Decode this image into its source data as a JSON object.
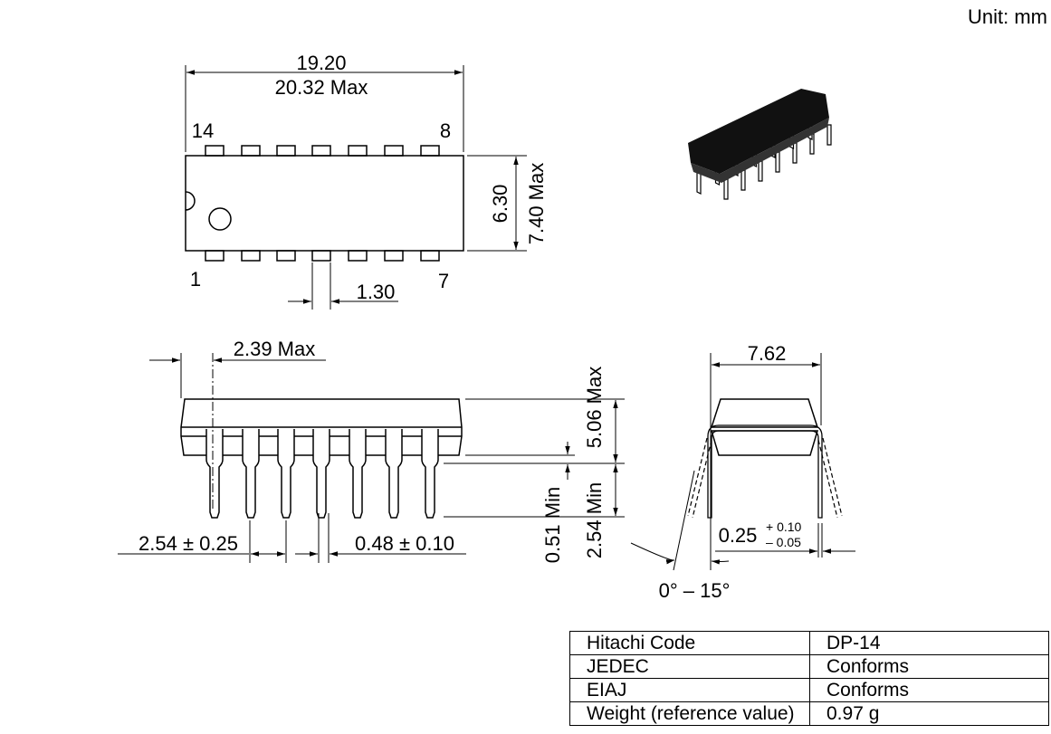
{
  "unit_label": "Unit: mm",
  "top_view": {
    "length": "19.20",
    "length_max": "20.32 Max",
    "width": "6.30",
    "width_max": "7.40 Max",
    "pin_width": "1.30",
    "pin_labels": {
      "top_left": "14",
      "top_right": "8",
      "bottom_left": "1",
      "bottom_right": "7"
    }
  },
  "side_view": {
    "end_offset": "2.39 Max",
    "height": "5.06 Max",
    "standoff": "0.51 Min",
    "lead_length": "2.54 Min",
    "pitch": "2.54 ± 0.25",
    "lead_width": "0.48 ± 0.10"
  },
  "end_view": {
    "row_spacing": "7.62",
    "lead_thickness": "0.25",
    "tol_plus": "+ 0.10",
    "tol_minus": "– 0.05",
    "angle": "0° – 15°"
  },
  "spec_table": [
    {
      "key": "Hitachi Code",
      "value": "DP-14"
    },
    {
      "key": "JEDEC",
      "value": "Conforms"
    },
    {
      "key": "EIAJ",
      "value": "Conforms"
    },
    {
      "key": "Weight (reference value)",
      "value": "0.97 g"
    }
  ]
}
